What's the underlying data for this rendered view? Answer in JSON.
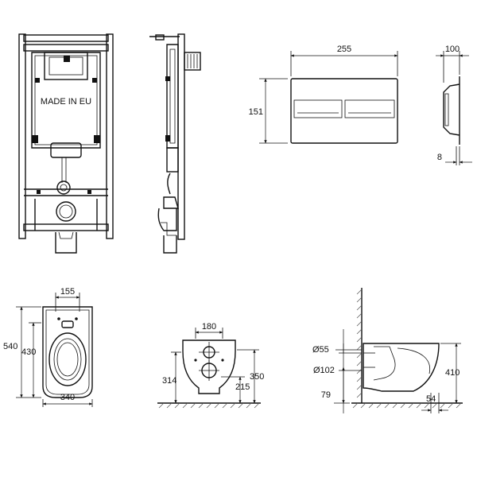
{
  "frame_label": "MADE IN EU",
  "dimensions": {
    "plate_width": "255",
    "plate_height": "151",
    "plate_depth": "100",
    "plate_thickness": "8",
    "bowl_seat_width": "155",
    "bowl_length": "540",
    "bowl_inner_length": "430",
    "bowl_width": "340",
    "bolt_spacing": "180",
    "outlet_height": "314",
    "inlet_height": "350",
    "floor_to_bowl": "215",
    "inlet_diameter": "Ø55",
    "outlet_diameter": "Ø102",
    "outlet_floor": "79",
    "side_height": "410",
    "side_offset": "54"
  }
}
